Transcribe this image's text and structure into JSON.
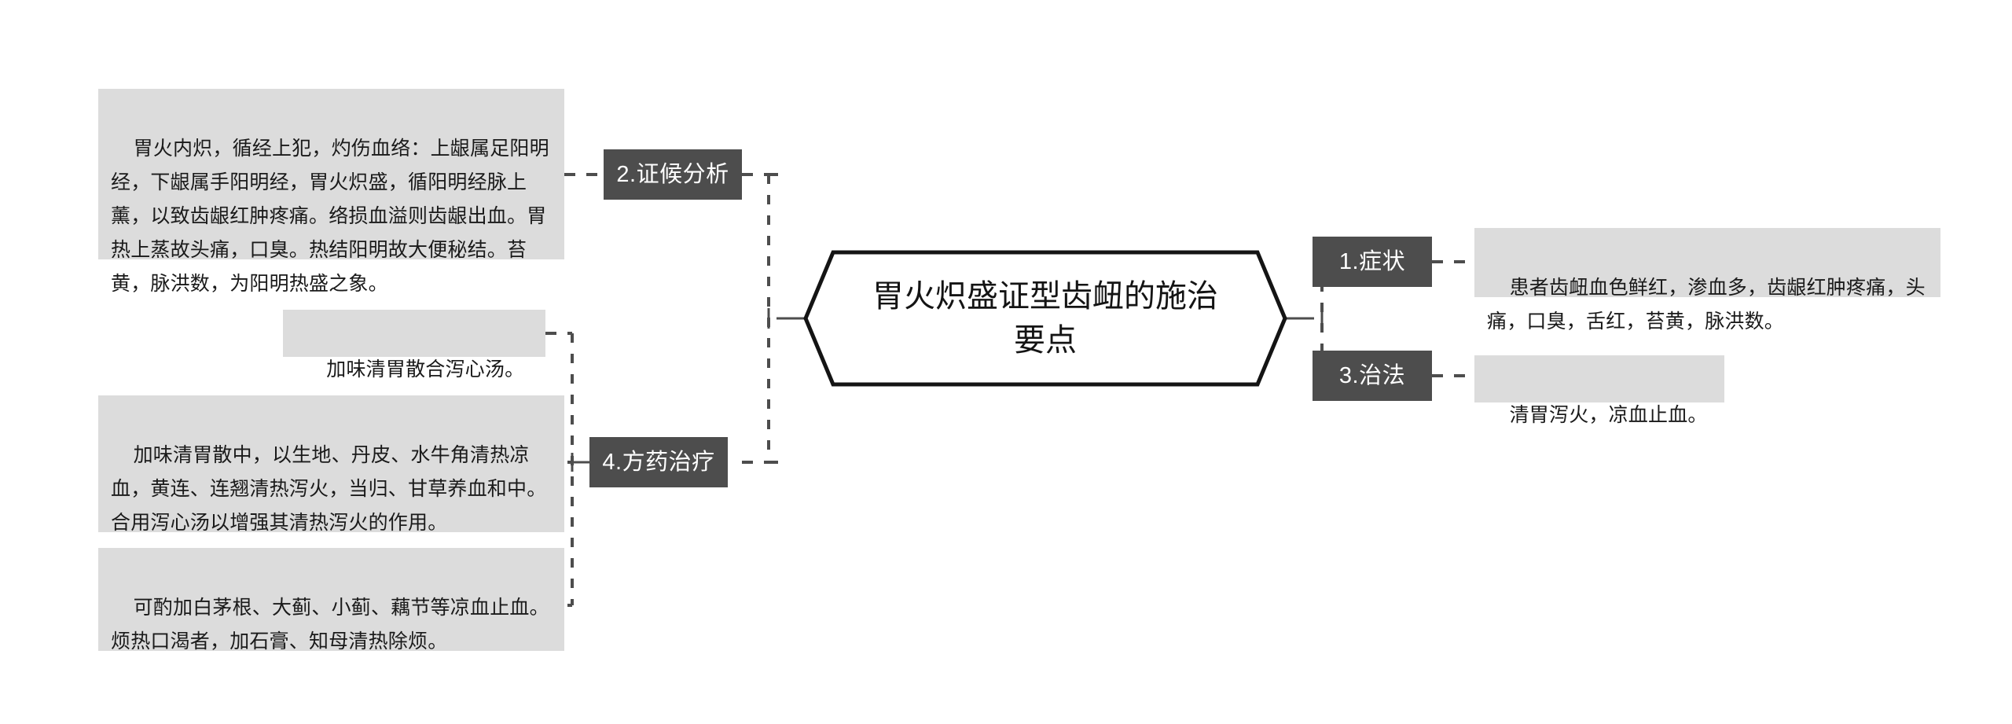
{
  "diagram": {
    "type": "mindmap",
    "root": {
      "label": "胃火炽盛证型齿衄的施治要点"
    },
    "branches": [
      {
        "id": "symptoms",
        "label": "1.症状",
        "side": "right",
        "leaves": [
          "患者齿衄血色鲜红，渗血多，齿龈红肿疼痛，头痛，口臭，舌红，苔黄，脉洪数。"
        ]
      },
      {
        "id": "syndrome-analysis",
        "label": "2.证候分析",
        "side": "left",
        "leaves": [
          "胃火内炽，循经上犯，灼伤血络：上龈属足阳明经，下龈属手阳明经，胃火炽盛，循阳明经脉上薰，以致齿龈红肿疼痛。络损血溢则齿龈出血。胃热上蒸故头痛，口臭。热结阳明故大便秘结。苔黄，脉洪数，为阳明热盛之象。"
        ]
      },
      {
        "id": "treatment-method",
        "label": "3.治法",
        "side": "right",
        "leaves": [
          "清胃泻火，凉血止血。"
        ]
      },
      {
        "id": "formula-treatment",
        "label": "4.方药治疗",
        "side": "left",
        "leaves": [
          "加味清胃散合泻心汤。",
          "加味清胃散中，以生地、丹皮、水牛角清热凉血，黄连、连翘清热泻火，当归、甘草养血和中。合用泻心汤以增强其清热泻火的作用。",
          "可酌加白茅根、大蓟、小蓟、藕节等凉血止血。烦热口渴者，加石膏、知母清热除烦。"
        ]
      }
    ],
    "colors": {
      "background": "#ffffff",
      "branch_fill": "#4d4d4d",
      "branch_text": "#ffffff",
      "leaf_fill": "#dcdcdc",
      "leaf_text": "#1a1a1a",
      "root_outline": "#141414",
      "connector": "#4d4d4d"
    }
  }
}
